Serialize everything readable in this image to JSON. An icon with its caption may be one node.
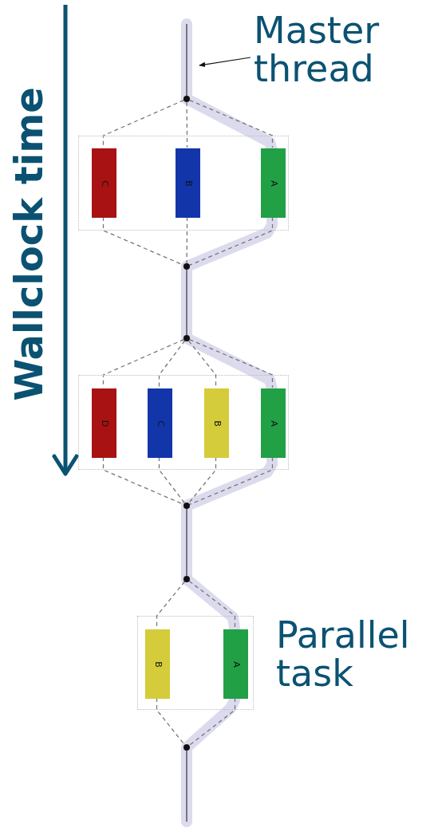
{
  "diagram": {
    "nodes": [
      {
        "text": [
          "Master thread"
        ]
      },
      {
        "text": [],
        "shape": "circle"
      },
      {
        "text": [],
        "shape": "box"
      },
      {
        "text": [
          "C"
        ],
        "in": 2
      },
      {
        "text": [
          "B"
        ],
        "in": 2
      },
      {
        "text": [
          "A"
        ],
        "in": 2
      },
      {
        "text": [],
        "shape": "circle"
      },
      {
        "text": [],
        "shape": "circle"
      },
      {
        "text": [],
        "shape": "box"
      },
      {
        "text": [
          "D"
        ],
        "in": 8
      },
      {
        "text": [
          "C"
        ],
        "in": 8
      },
      {
        "text": [
          "B"
        ],
        "in": 8
      },
      {
        "text": [
          "A"
        ],
        "in": 8
      },
      {
        "text": [],
        "shape": "circle"
      },
      {
        "text": [],
        "shape": "circle"
      },
      {
        "text": [],
        "shape": "box"
      },
      {
        "text": [
          "B"
        ],
        "in": 15
      },
      {
        "text": [
          "A"
        ],
        "in": 15
      },
      {
        "text": [],
        "shape": "circle"
      }
    ],
    "edges": [
      {
        "from": 0,
        "to": null,
        "arrow": "to",
        "color": "#111111"
      },
      {
        "from": null,
        "to": 1,
        "arrow": "none"
      },
      {
        "from": 1,
        "to": 3,
        "arrow": "none",
        "style": "dashed"
      },
      {
        "from": 1,
        "to": 4,
        "arrow": "none",
        "style": "dashed"
      },
      {
        "from": 1,
        "to": 5,
        "arrow": "none",
        "style": "dashed"
      },
      {
        "from": 3,
        "to": 6,
        "arrow": "none",
        "style": "dashed"
      },
      {
        "from": 4,
        "to": 6,
        "arrow": "none",
        "style": "dashed"
      },
      {
        "from": 5,
        "to": 6,
        "arrow": "none",
        "style": "dashed"
      },
      {
        "from": 6,
        "to": 7,
        "arrow": "none"
      },
      {
        "from": 7,
        "to": 9,
        "arrow": "none",
        "style": "dashed"
      },
      {
        "from": 7,
        "to": 10,
        "arrow": "none",
        "style": "dashed"
      },
      {
        "from": 7,
        "to": 11,
        "arrow": "none",
        "style": "dashed"
      },
      {
        "from": 7,
        "to": 12,
        "arrow": "none",
        "style": "dashed"
      },
      {
        "from": 9,
        "to": 13,
        "arrow": "none",
        "style": "dashed"
      },
      {
        "from": 10,
        "to": 13,
        "arrow": "none",
        "style": "dashed"
      },
      {
        "from": 11,
        "to": 13,
        "arrow": "none",
        "style": "dashed"
      },
      {
        "from": 12,
        "to": 13,
        "arrow": "none",
        "style": "dashed"
      },
      {
        "from": 13,
        "to": 14,
        "arrow": "none"
      },
      {
        "from": 14,
        "to": 16,
        "arrow": "none",
        "style": "dashed"
      },
      {
        "from": 14,
        "to": 17,
        "arrow": "none",
        "style": "dashed"
      },
      {
        "from": 16,
        "to": 18,
        "arrow": "none",
        "style": "dashed"
      },
      {
        "from": 17,
        "to": 18,
        "arrow": "none",
        "style": "dashed"
      },
      {
        "from": 18,
        "to": null,
        "arrow": "none"
      }
    ],
    "labels": [
      "Wallclock time",
      "Parallel task"
    ]
  }
}
